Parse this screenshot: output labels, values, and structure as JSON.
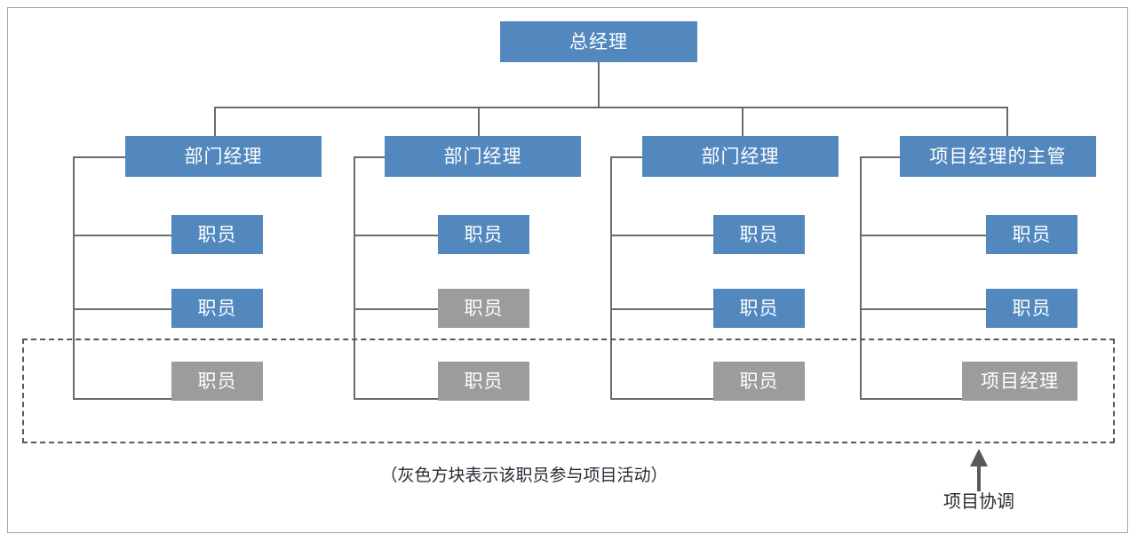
{
  "diagram": {
    "title_node": {
      "label": "总经理",
      "style": "blue"
    },
    "columns": [
      {
        "id": "column-1",
        "head": {
          "label": "部门经理",
          "style": "blue"
        },
        "reports": [
          {
            "label": "职员",
            "style": "blue"
          },
          {
            "label": "职员",
            "style": "blue"
          },
          {
            "label": "职员",
            "style": "gray"
          }
        ]
      },
      {
        "id": "column-2",
        "head": {
          "label": "部门经理",
          "style": "blue"
        },
        "reports": [
          {
            "label": "职员",
            "style": "blue"
          },
          {
            "label": "职员",
            "style": "gray"
          },
          {
            "label": "职员",
            "style": "gray"
          }
        ]
      },
      {
        "id": "column-3",
        "head": {
          "label": "部门经理",
          "style": "blue"
        },
        "reports": [
          {
            "label": "职员",
            "style": "blue"
          },
          {
            "label": "职员",
            "style": "blue"
          },
          {
            "label": "职员",
            "style": "gray"
          }
        ]
      },
      {
        "id": "column-4",
        "head": {
          "label": "项目经理的主管",
          "style": "blue"
        },
        "reports": [
          {
            "label": "职员",
            "style": "blue"
          },
          {
            "label": "职员",
            "style": "blue"
          },
          {
            "label": "项目经理",
            "style": "gray"
          }
        ]
      }
    ],
    "legend_caption": "（灰色方块表示该职员参与项目活动）",
    "annotation": {
      "label": "项目协调",
      "icon": "up-arrow-icon"
    },
    "colors": {
      "box_blue": "#5288be",
      "box_gray": "#9c9c9e",
      "connector": "#6b6b6b",
      "dashed_border": "#595959",
      "frame": "#a6a6a6",
      "text_dark": "#2b2b35",
      "text_light": "#ffffff"
    }
  }
}
